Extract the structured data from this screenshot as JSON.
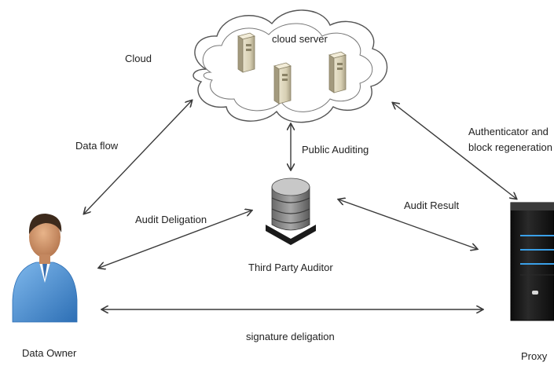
{
  "labels": {
    "cloud": "Cloud",
    "cloud_server": "cloud server",
    "data_flow": "Data flow",
    "public_auditing": "Public Auditing",
    "authenticator_line1": "Authenticator and",
    "authenticator_line2": "block regeneration",
    "audit_delegation": "Audit Deligation",
    "audit_result": "Audit Result",
    "third_party_auditor": "Third Party Auditor",
    "signature_delegation": "signature deligation",
    "data_owner": "Data Owner",
    "proxy": "Proxy"
  },
  "icons": {
    "servers": "server-tower-icon",
    "auditor": "disk-stack-icon",
    "owner": "user-person-icon",
    "proxy": "server-rack-icon"
  },
  "colors": {
    "arrow": "#3a3a3a",
    "cloud_stroke": "#555555",
    "person_shirt": "#4a8fd4",
    "proxy_body": "#1a1a1a",
    "proxy_led": "#3aa0e8"
  }
}
